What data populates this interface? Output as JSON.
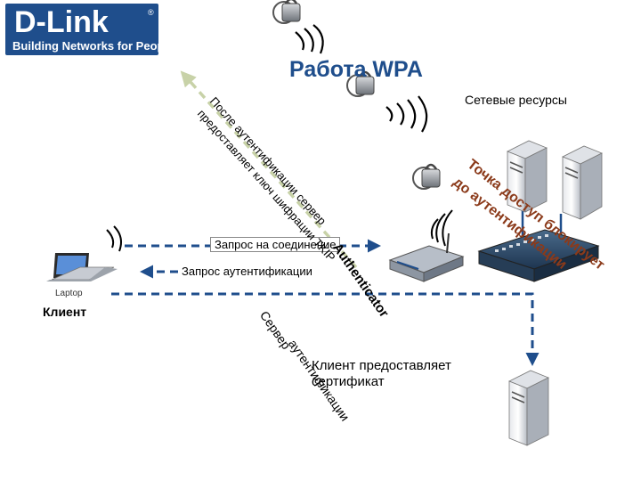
{
  "logo": {
    "brand": "D-Link",
    "tagline": "Building Networks for People"
  },
  "slide": {
    "title": "Работа WPA"
  },
  "labels": {
    "network_resources": "Сетевые ресурсы",
    "client": "Клиент",
    "laptop": "Laptop",
    "connection_request": "Запрос на соединение",
    "auth_request": "Запрос аутентификации",
    "client_certificate": "Клиент предоставляет сертификат",
    "client_certificate_line1": "Клиент предоставляет",
    "client_certificate_line2": "сертификат",
    "authenticator": "Authenticator",
    "server_after_auth_line1": "После аутентификации сервер",
    "server_after_auth_line2": "предоставляет ключ шифрации TKIP",
    "access_point_line1": "Точка доступ блокирует",
    "access_point_line2": "до аутентификации",
    "auth_server_line1": "Сервер",
    "auth_server_line2": "аутентификации"
  },
  "colors": {
    "brand_blue": "#1f4e8c",
    "arrow_blue": "#1f4e8c",
    "arrow_green": "#c8d2a8",
    "access_point_text": "#8b3a1a"
  },
  "icons": [
    "padlock-icon",
    "wifi-waves-icon",
    "laptop-icon",
    "access-point-icon",
    "switch-icon",
    "server-icon"
  ]
}
